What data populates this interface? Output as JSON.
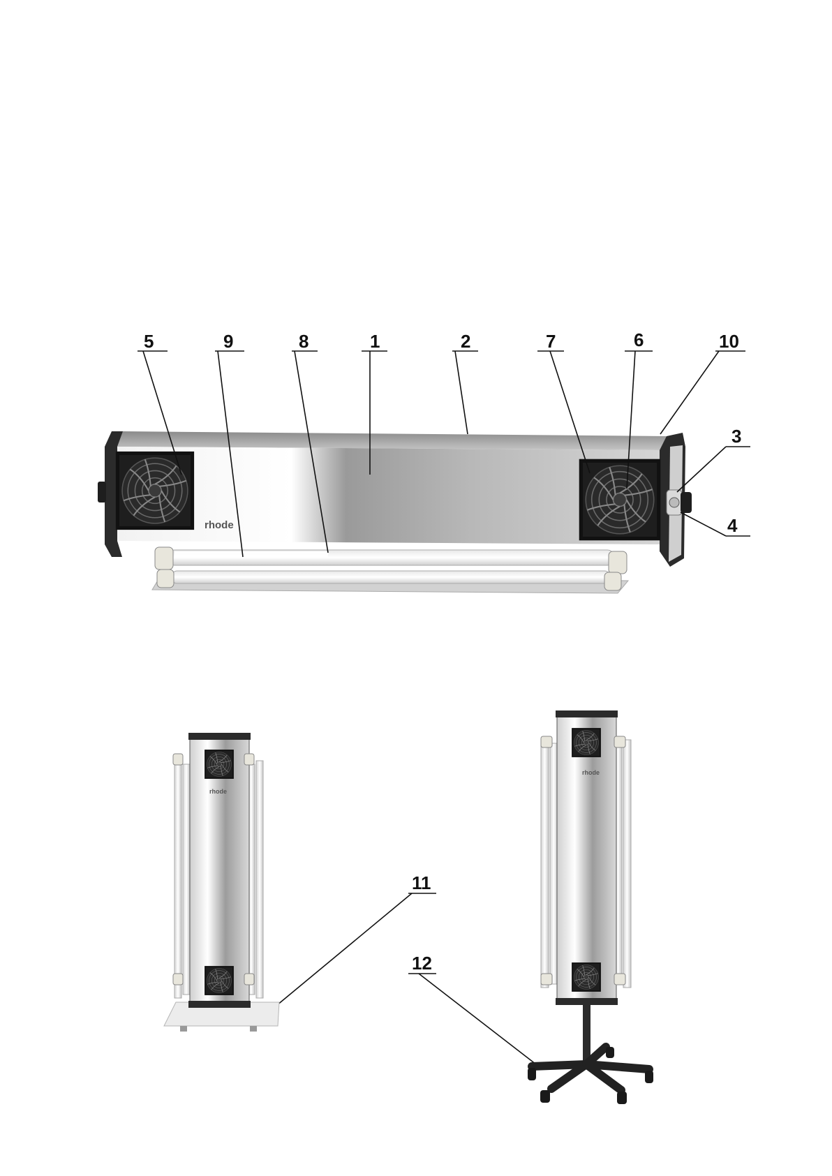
{
  "diagram": {
    "brand": "rhode",
    "callouts": [
      "1",
      "2",
      "3",
      "4",
      "5",
      "6",
      "7",
      "8",
      "9",
      "10",
      "11",
      "12"
    ]
  }
}
